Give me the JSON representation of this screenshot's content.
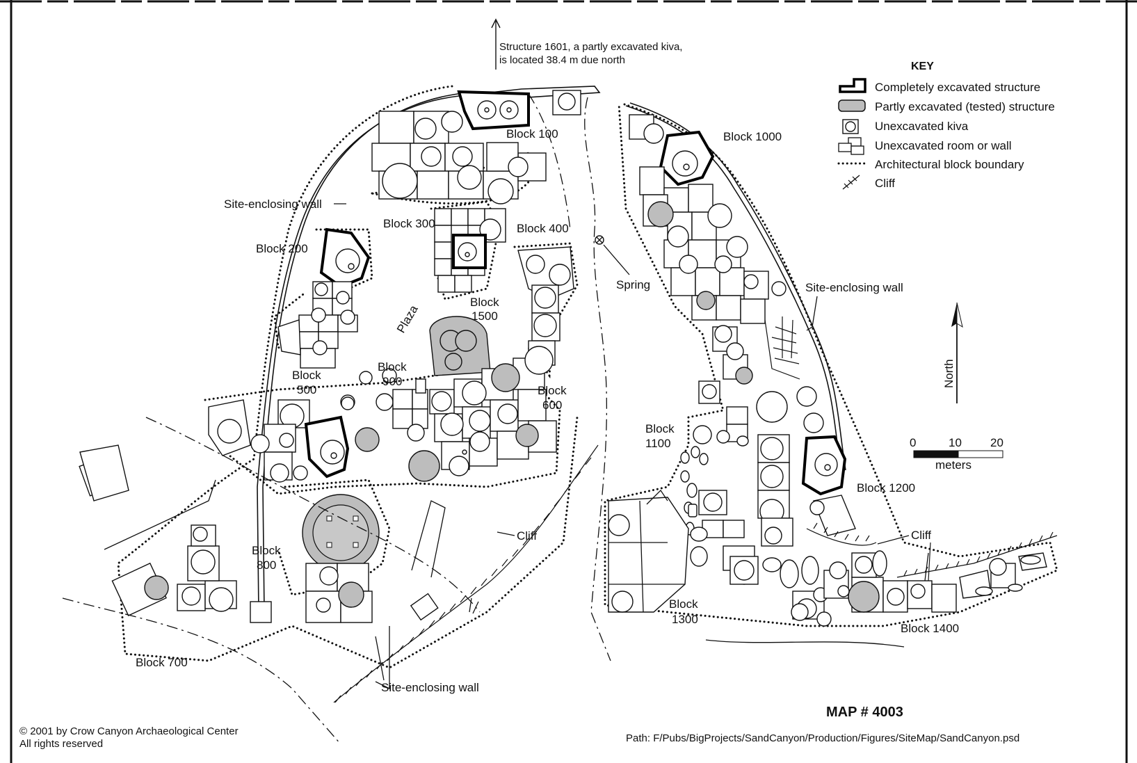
{
  "map": {
    "map_number": "MAP # 4003",
    "copyright_line1": "© 2001 by Crow Canyon Archaeological Center",
    "copyright_line2": "All rights reserved",
    "path": "Path: F/Pubs/BigProjects/SandCanyon/Production/Figures/SiteMap/SandCanyon.psd",
    "north_note_line1": "Structure 1601, a partly excavated kiva,",
    "north_note_line2": "is located 38.4 m due north"
  },
  "key": {
    "title": "KEY",
    "items": [
      {
        "icon": "completely-excavated-structure-icon",
        "label": "Completely excavated structure"
      },
      {
        "icon": "partly-excavated-structure-icon",
        "label": "Partly excavated (tested) structure"
      },
      {
        "icon": "unexcavated-kiva-icon",
        "label": "Unexcavated kiva"
      },
      {
        "icon": "unexcavated-room-icon",
        "label": "Unexcavated room or wall"
      },
      {
        "icon": "block-boundary-icon",
        "label": "Architectural block boundary"
      },
      {
        "icon": "cliff-icon",
        "label": "Cliff"
      }
    ]
  },
  "blocks": {
    "b100": "Block 100",
    "b200": "Block 200",
    "b300": "Block 300",
    "b400": "Block 400",
    "b500_1": "Block",
    "b500_2": "500",
    "b600_1": "Block",
    "b600_2": "600",
    "b700": "Block 700",
    "b800_1": "Block",
    "b800_2": "800",
    "b900_1": "Block",
    "b900_2": "900",
    "b1000": "Block 1000",
    "b1100_1": "Block",
    "b1100_2": "1100",
    "b1200": "Block 1200",
    "b1300_1": "Block",
    "b1300_2": "1300",
    "b1400": "Block 1400",
    "b1500_1": "Block",
    "b1500_2": "1500"
  },
  "features": {
    "plaza": "Plaza",
    "spring": "Spring",
    "cliff": "Cliff",
    "site_wall": "Site-enclosing wall"
  },
  "north_arrow": {
    "label": "North"
  },
  "scale": {
    "ticks": [
      "0",
      "10",
      "20"
    ],
    "unit": "meters"
  }
}
